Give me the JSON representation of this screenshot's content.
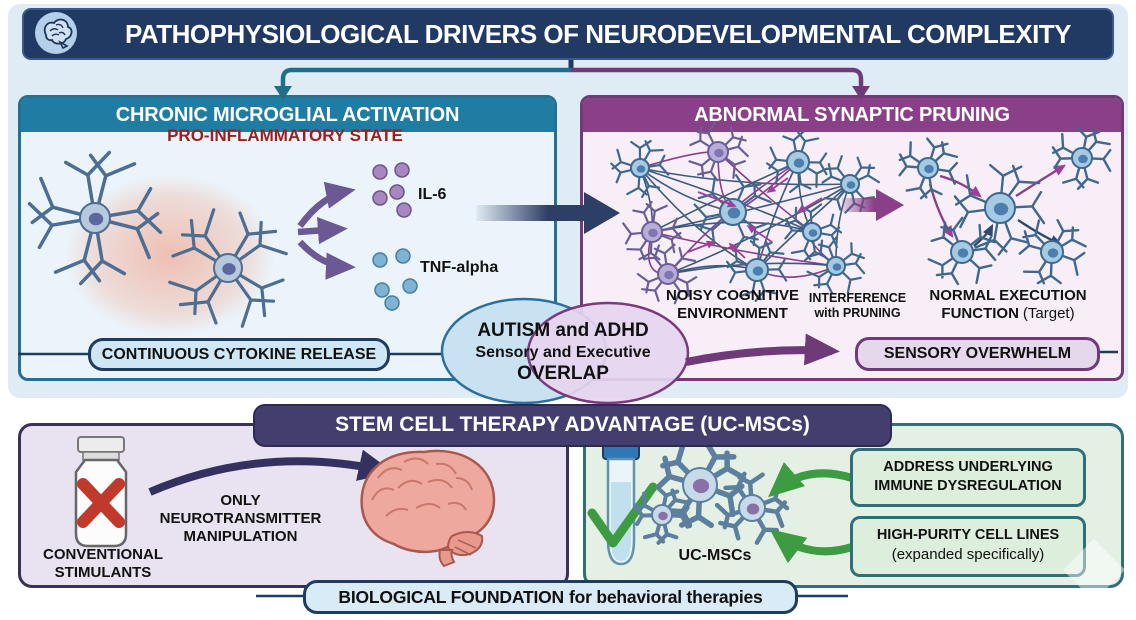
{
  "title": {
    "text": "PATHOPHYSIOLOGICAL DRIVERS OF NEURODEVELOPMENTAL COMPLEXITY"
  },
  "microglial_box": {
    "header": "CHRONIC MICROGLIAL ACTIVATION",
    "state_label": "PRO-INFLAMMATORY STATE",
    "cytokine_il6": "IL-6",
    "cytokine_tnf": "TNF-alpha",
    "release_pill": "CONTINUOUS CYTOKINE RELEASE"
  },
  "pruning_box": {
    "header": "ABNORMAL SYNAPTIC PRUNING",
    "noisy_line1": "NOISY COGNITIVE",
    "noisy_line2": "ENVIRONMENT",
    "interference_line1": "INTERFERENCE",
    "interference_line2": "with PRUNING",
    "normal_line1": "NORMAL EXECUTION",
    "normal_line2_bold": "FUNCTION",
    "normal_line2_note": "(Target)",
    "overwhelm_pill": "SENSORY OVERWHELM"
  },
  "overlap": {
    "line1": "AUTISM and ADHD",
    "line2": "Sensory and Executive",
    "line3": "OVERLAP"
  },
  "stem_section": {
    "banner": "STEM CELL THERAPY ADVANTAGE (UC-MSCs)",
    "conventional_line1": "CONVENTIONAL",
    "conventional_line2": "STIMULANTS",
    "arrow_line1": "ONLY",
    "arrow_line2": "NEUROTRANSMITTER",
    "arrow_line3": "MANIPULATION",
    "cells_label": "UC-MSCs",
    "benefit1_line1": "ADDRESS UNDERLYING",
    "benefit1_line2": "IMMUNE DYSREGULATION",
    "benefit2_line1": "HIGH-PURITY CELL LINES",
    "benefit2_line2": "(expanded specifically)"
  },
  "footer": {
    "bold": "BIOLOGICAL FOUNDATION",
    "rest": "for behavioral therapies"
  },
  "icons": {
    "banner": "brain-icon",
    "conventional": "x-mark-icon",
    "ucmsc": "check-mark-icon"
  },
  "colors": {
    "banner_bg": "#203a63",
    "microglial_teal": "#1f7ca3",
    "pruning_purple": "#8a4089",
    "stem_banner_bg": "#443e6f",
    "pro_inflammatory_red": "#9c1f1f",
    "il6_dot": "#a886c0",
    "tnf_dot": "#7fb3d4",
    "green_accent": "#3d9b41",
    "red_x": "#c0392b",
    "navy_arrow": "#2e3f66"
  }
}
